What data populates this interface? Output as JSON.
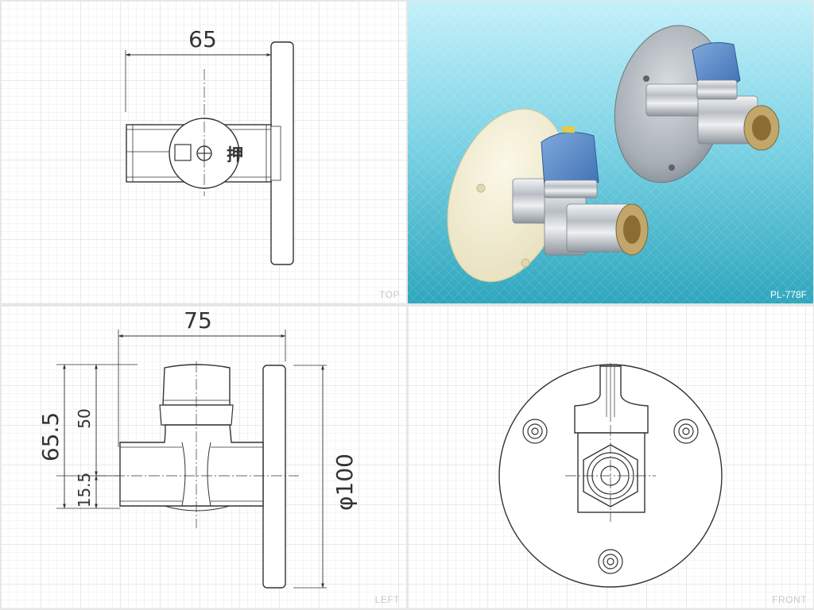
{
  "views": {
    "top": {
      "label": "TOP",
      "dim_width": "65",
      "handle_mark": "押"
    },
    "photo": {
      "label": "PL-778F"
    },
    "left": {
      "label": "LEFT",
      "dim_width": "75",
      "dim_total_height": "65.5",
      "dim_upper": "50",
      "dim_lower": "15.5",
      "dim_diameter": "φ100"
    },
    "front": {
      "label": "FRONT"
    }
  },
  "colors": {
    "line": "#333333",
    "centerline": "#333333",
    "handle_blue": "#4d7fc4",
    "chrome": "#c9ccd0",
    "ivory_plate": "#f4efd6",
    "photo_sky": "#7fd4e6"
  },
  "icons": [
    "push-mark-icon",
    "cross-screw-icon"
  ]
}
